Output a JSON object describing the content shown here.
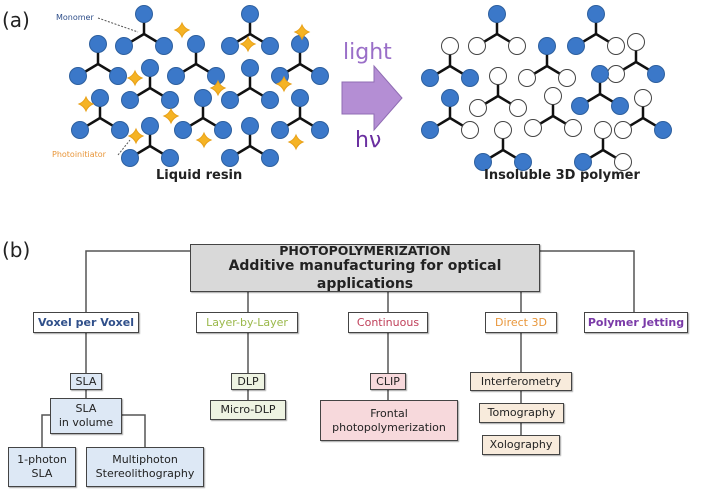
{
  "panel_a": {
    "label": "(a)",
    "monomer_label": "Monomer",
    "photoinitiator_label": "Photoinitiator",
    "left_caption": "Liquid resin",
    "arrow_top": "light",
    "arrow_bottom": "hν",
    "right_caption": "Insoluble 3D polymer"
  },
  "panel_b": {
    "label": "(b)",
    "root": {
      "line1": "PHOTOPOLYMERIZATION",
      "line2": "Additive manufacturing for optical applications"
    },
    "categories": [
      {
        "label": "Voxel per Voxel",
        "color": "#2f4f8a"
      },
      {
        "label": "Layer-by-Layer",
        "color": "#9ab84a"
      },
      {
        "label": "Continuous",
        "color": "#c0405a"
      },
      {
        "label": "Direct 3D",
        "color": "#e8963a"
      },
      {
        "label": "Polymer Jetting",
        "color": "#7a3aa8"
      }
    ],
    "voxel": {
      "sla": "SLA",
      "sla_volume": [
        "SLA",
        "in volume"
      ],
      "one_photon": [
        "1-photon",
        "SLA"
      ],
      "multiphoton": [
        "Multiphoton",
        "Stereolithography"
      ]
    },
    "layer": {
      "dlp": "DLP",
      "micro_dlp": "Micro-DLP"
    },
    "continuous": {
      "clip": "CLIP",
      "frontal": [
        "Frontal",
        "photopolymerization"
      ]
    },
    "direct3d": {
      "interferometry": "Interferometry",
      "tomography": "Tomography",
      "xolography": "Xolography"
    }
  },
  "colors": {
    "monomer_blue": "#3b78c9",
    "photoinitiator_orange": "#f5b324",
    "arrow_purple": "#b48ed4",
    "light_text": "#9a6fc8",
    "hv_text": "#6a2fa0",
    "root_fill": "#d9d9d9",
    "voxel_fill": "#dde8f5",
    "layer_fill": "#eef3e2",
    "continuous_fill": "#f7d9dc",
    "direct_fill": "#f8ebdc"
  }
}
